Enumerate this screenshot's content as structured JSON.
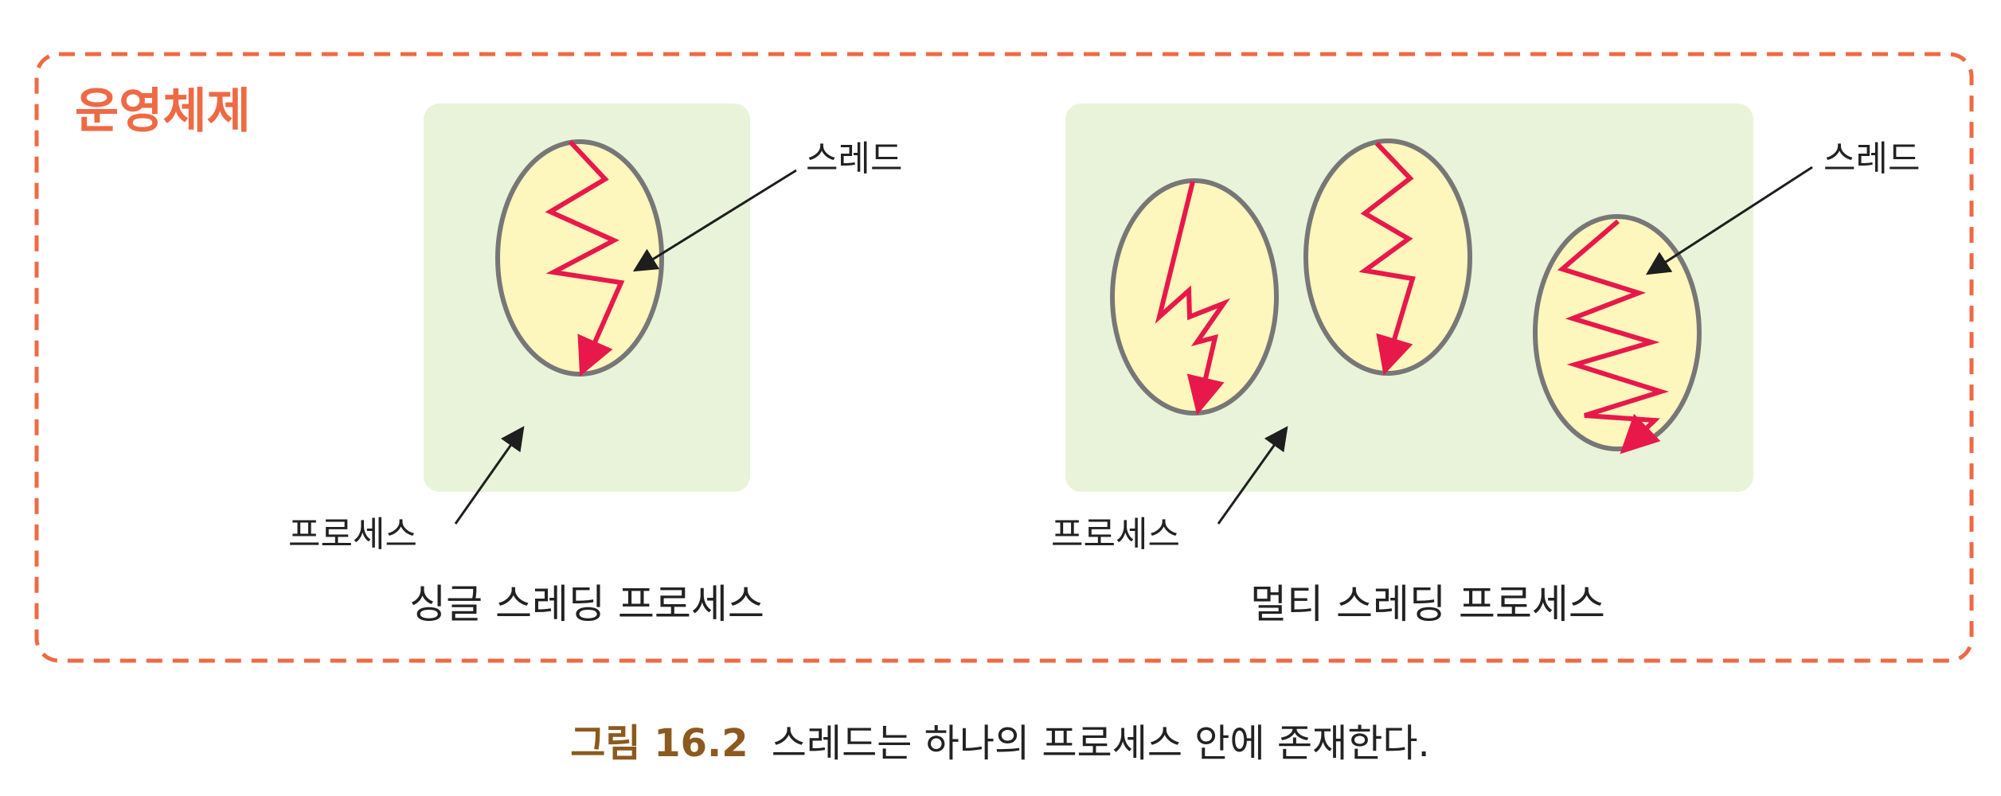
{
  "diagram": {
    "os_label": "운영체제",
    "thread_label": "스레드",
    "process_label": "프로세스",
    "single_title": "싱글 스레딩 프로세스",
    "multi_title": "멀티 스레딩 프로세스"
  },
  "caption": {
    "prefix": "그림 16.2",
    "text": "스레드는 하나의 프로세스 안에 존재한다."
  },
  "colors": {
    "os_border": "#ee6a44",
    "os_label": "#ee6a44",
    "process_fill": "#e9f3d9",
    "thread_fill": "#fdf6bd",
    "thread_stroke": "#777777",
    "thread_line": "#e8184a",
    "arrow": "#1e1e1e",
    "caption_prefix": "#8b5a1e"
  },
  "icons": {
    "thread_path": "zigzag-thread-arrow"
  }
}
